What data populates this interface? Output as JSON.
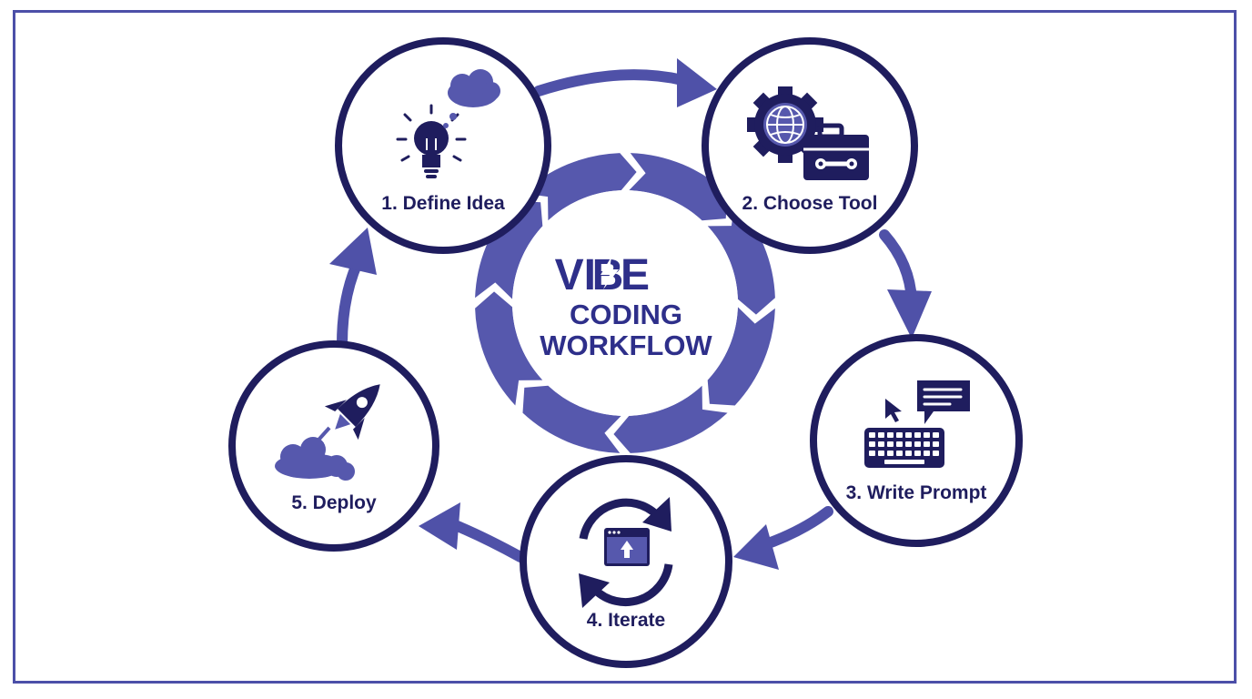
{
  "title": {
    "line1_a": "VI",
    "line1_b": "E",
    "line2": "CODING",
    "line3": "WORKFLOW"
  },
  "steps": [
    {
      "label": "1. Define Idea",
      "icon": "lightbulb-icon"
    },
    {
      "label": "2. Choose Tool",
      "icon": "gear-toolbox-icon"
    },
    {
      "label": "3. Write Prompt",
      "icon": "keyboard-chat-icon"
    },
    {
      "label": "4. Iterate",
      "icon": "refresh-window-icon"
    },
    {
      "label": "5. Deploy",
      "icon": "rocket-icon"
    }
  ],
  "colors": {
    "primary": "#2e2f8a",
    "dark": "#1f1d5e",
    "ring": "#5658ad",
    "arrow": "#4f51a8",
    "frame": "#4c4fa8"
  }
}
